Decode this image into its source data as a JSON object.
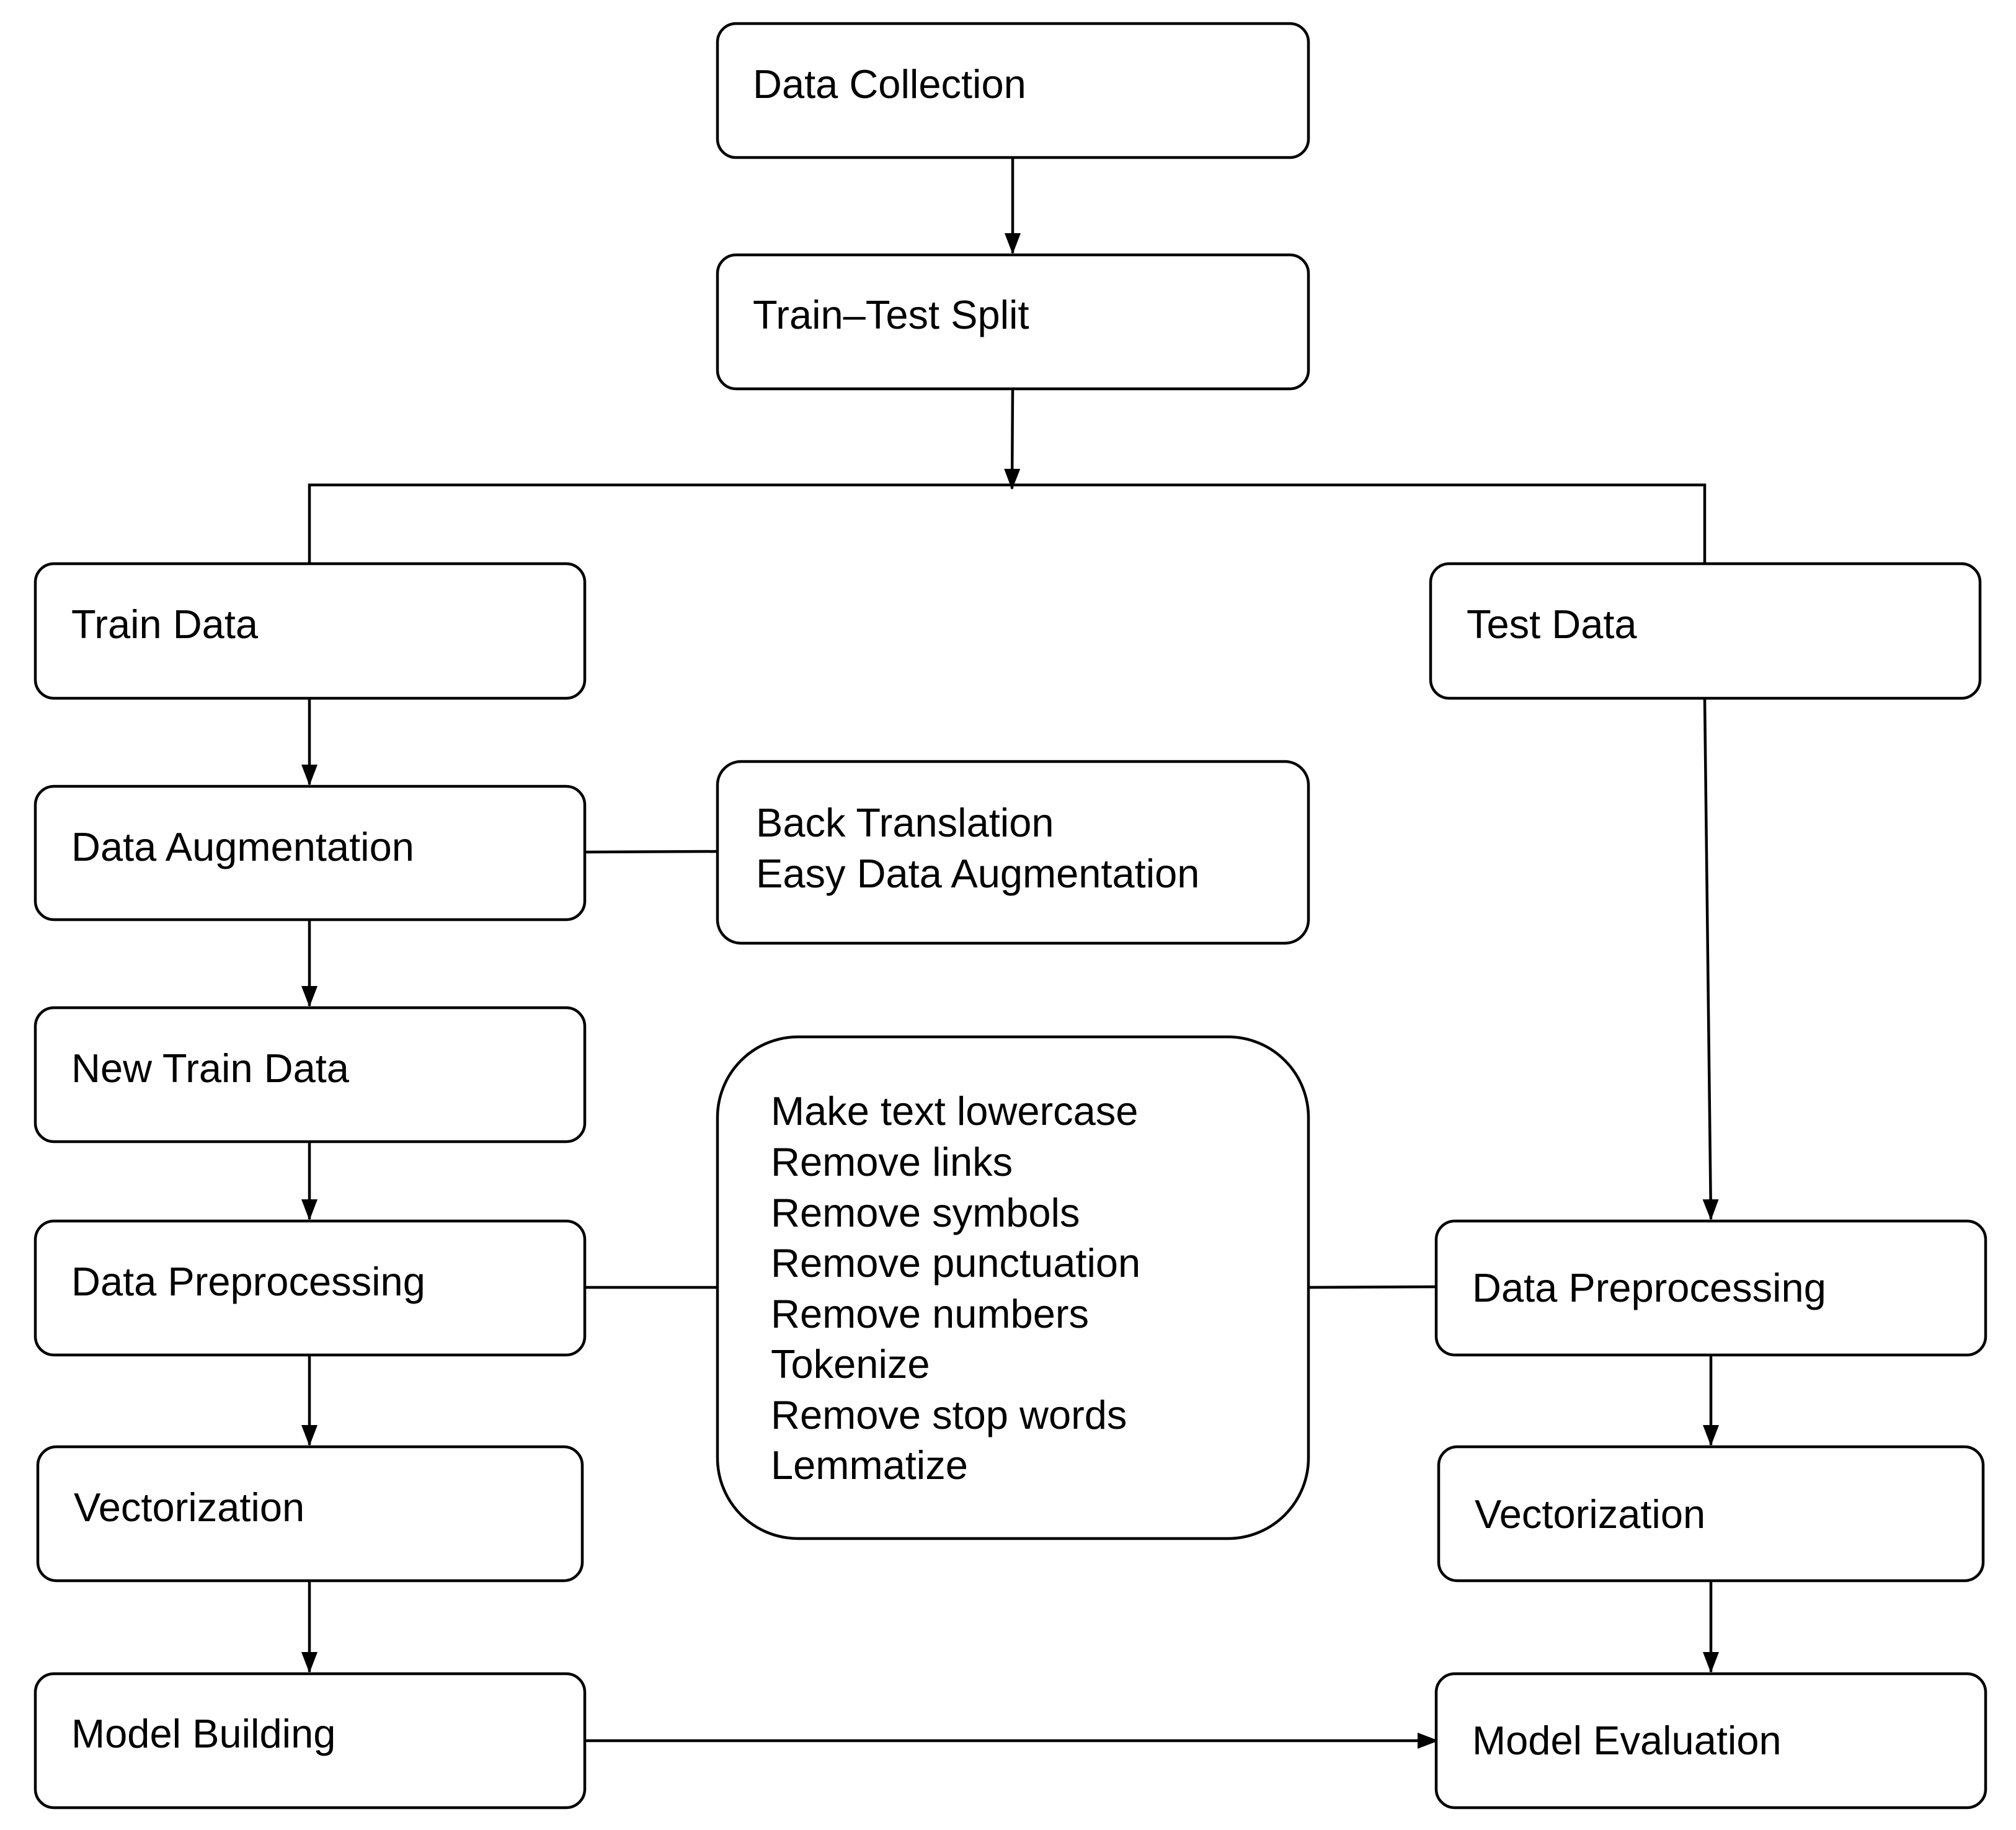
{
  "nodes": {
    "data_collection": "Data Collection",
    "train_test_split": "Train–Test Split",
    "train_data": "Train Data",
    "test_data": "Test Data",
    "data_augmentation": "Data Augmentation",
    "augmentation_methods": [
      "Back Translation",
      "Easy Data Augmentation"
    ],
    "new_train_data": "New Train Data",
    "train_preprocessing": "Data Preprocessing",
    "preprocessing_steps": [
      "Make text lowercase",
      "Remove links",
      "Remove symbols",
      "Remove punctuation",
      "Remove numbers",
      "Tokenize",
      "Remove stop words",
      "Lemmatize"
    ],
    "test_preprocessing": "Data Preprocessing",
    "train_vectorization": "Vectorization",
    "test_vectorization": "Vectorization",
    "model_building": "Model Building",
    "model_evaluation": "Model Evaluation"
  }
}
